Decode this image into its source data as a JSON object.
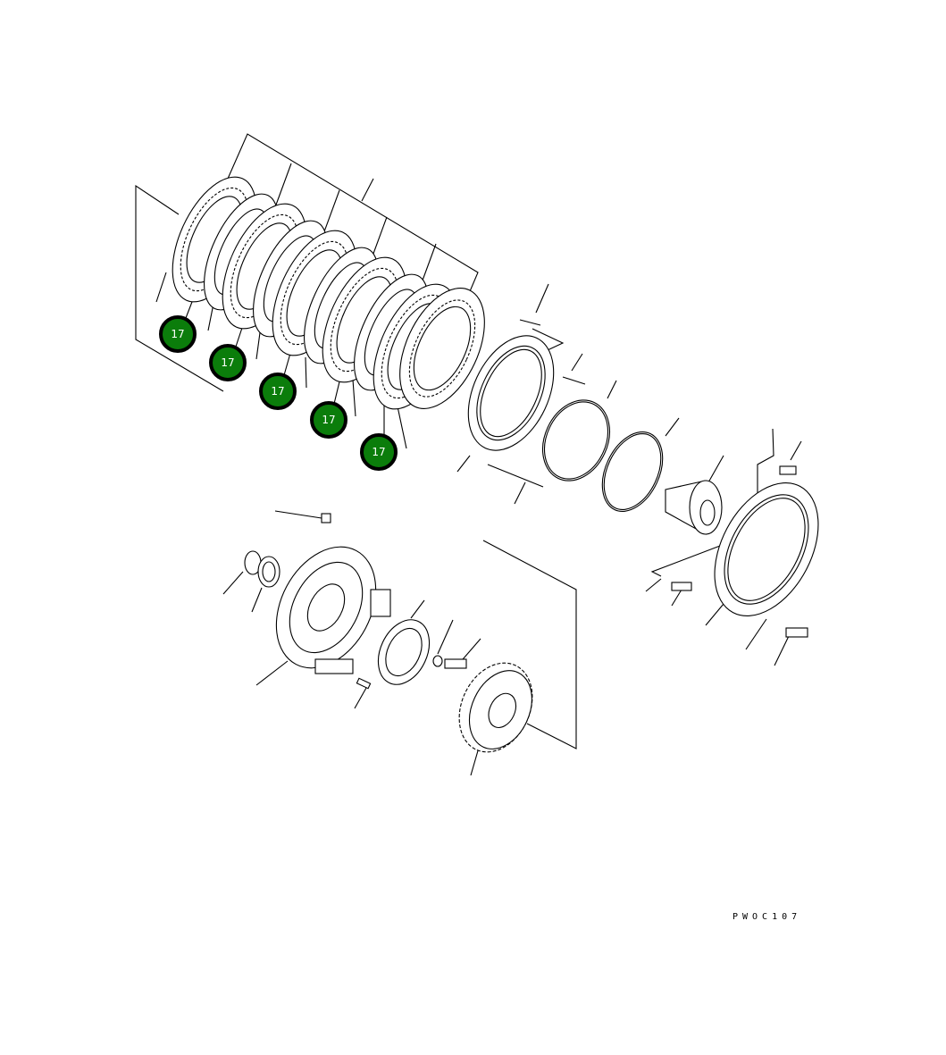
{
  "diagram": {
    "drawing_code": "PWOC107",
    "callouts": [
      {
        "label": "17"
      },
      {
        "label": "17"
      },
      {
        "label": "17"
      },
      {
        "label": "17"
      },
      {
        "label": "17"
      }
    ],
    "colors": {
      "callout_fill": "#0b7d0b",
      "callout_border": "#000000",
      "line": "#000000"
    }
  }
}
